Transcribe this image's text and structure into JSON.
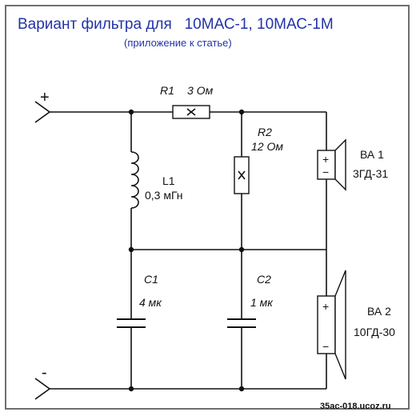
{
  "header": {
    "title": "Вариант фильтра для   10МАС-1, 10МАС-1М",
    "subtitle": "(приложение к статье)"
  },
  "terminals": {
    "plus": "+",
    "minus": "-"
  },
  "components": {
    "r1": {
      "ref": "R1",
      "value": "3 Ом"
    },
    "r2": {
      "ref": "R2",
      "value": "12 Ом"
    },
    "l1": {
      "ref": "L1",
      "value": "0,3 мГн"
    },
    "c1": {
      "ref": "C1",
      "value": "4 мк"
    },
    "c2": {
      "ref": "C2",
      "value": "1 мк"
    },
    "ba1": {
      "ref": "ВА 1",
      "value": "3ГД-31",
      "plus": "+",
      "minus": "−"
    },
    "ba2": {
      "ref": "ВА 2",
      "value": "10ГД-30",
      "plus": "+",
      "minus": "−"
    }
  },
  "watermark": "35ac-018.ucoz.ru"
}
